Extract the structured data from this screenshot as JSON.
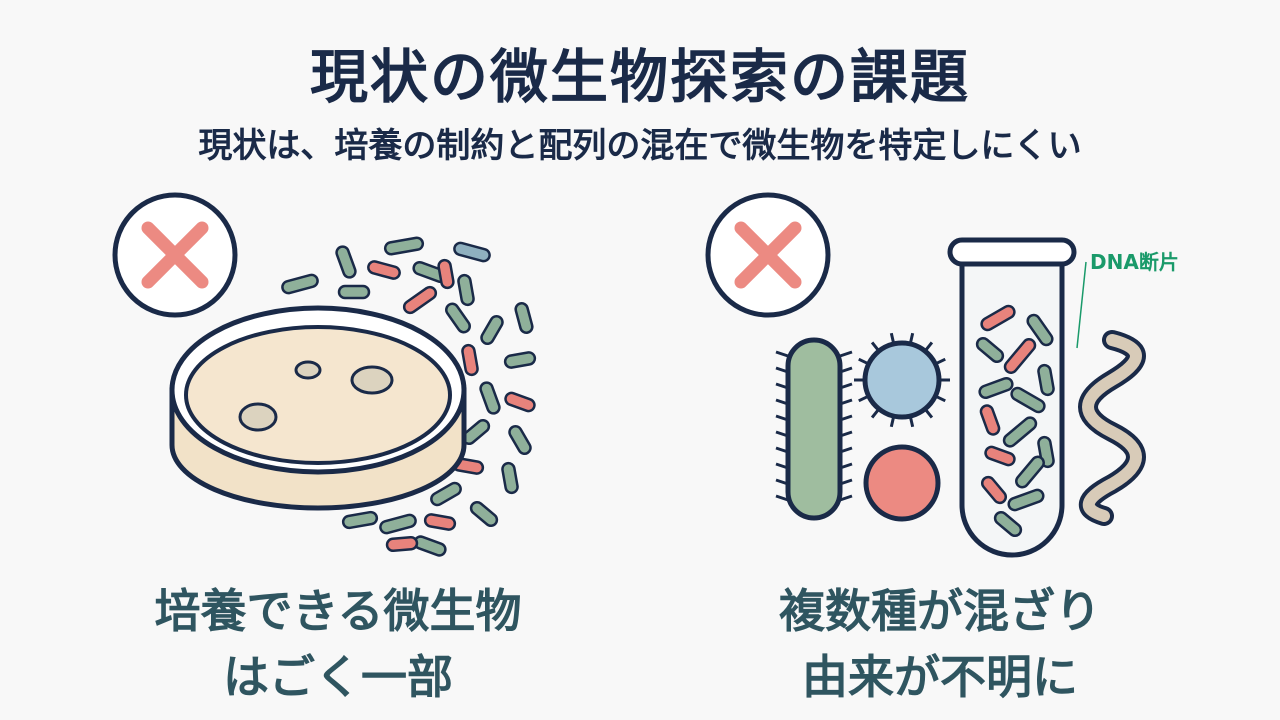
{
  "title": "現状の微生物探索の課題",
  "subtitle": "現状は、培養の制約と配列の混在で微生物を特定しにくい",
  "left_panel": {
    "caption_line1": "培養できる微生物",
    "caption_line2": "はごく一部",
    "status_icon": "x-mark-icon"
  },
  "right_panel": {
    "caption_line1": "複数種が混ざり",
    "caption_line2": "由来が不明に",
    "status_icon": "x-mark-icon",
    "tube_label": "DNA断片"
  },
  "colors": {
    "navy": "#1a2a48",
    "cross": "#ec8a82",
    "caption": "#2f5560",
    "green_bacteria": "#8fb09a",
    "pink_bacteria": "#e8837c",
    "blue_cell": "#a8c8dc",
    "dna_label": "#1a9a6a"
  }
}
